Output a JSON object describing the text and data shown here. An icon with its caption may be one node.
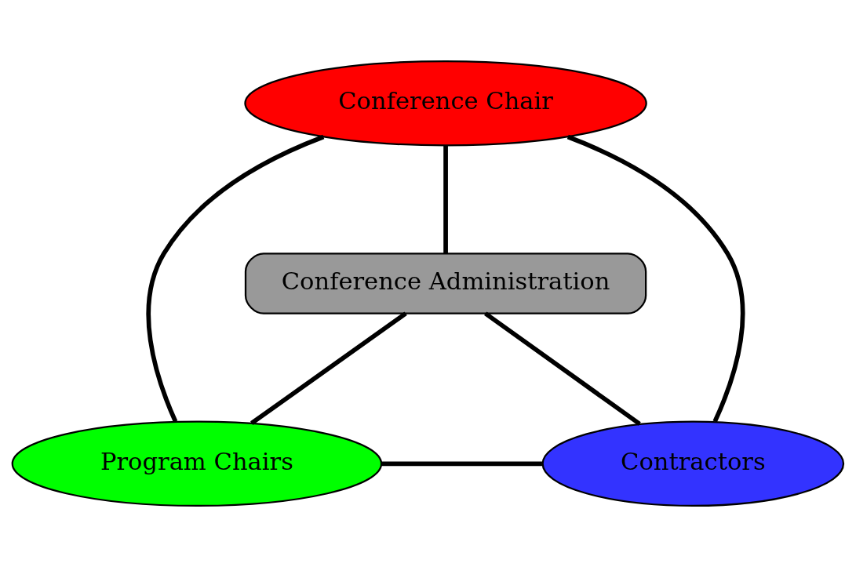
{
  "diagram": {
    "nodes": [
      {
        "text": [
          "Conference Chair"
        ]
      },
      {
        "text": [
          "Conference Administration"
        ]
      },
      {
        "text": [
          "Program Chairs"
        ]
      },
      {
        "text": [
          "Contractors"
        ]
      }
    ],
    "edges": [
      {
        "from": 0,
        "to": 2,
        "arrow": "none"
      },
      {
        "from": 0,
        "to": 3,
        "arrow": "none"
      },
      {
        "from": 2,
        "to": 3,
        "arrow": "none"
      },
      {
        "from": 0,
        "to": 1,
        "arrow": "none"
      },
      {
        "from": 1,
        "to": 2,
        "arrow": "none"
      },
      {
        "from": 1,
        "to": 3,
        "arrow": "none"
      }
    ]
  }
}
